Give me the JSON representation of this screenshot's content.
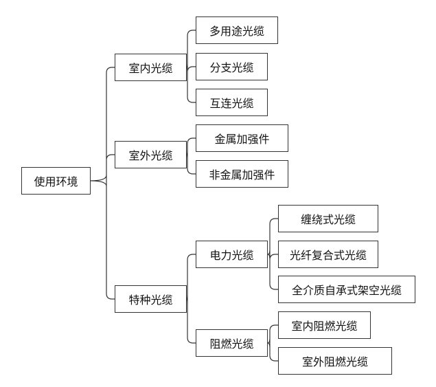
{
  "diagram": {
    "root": {
      "label": "使用环境",
      "children": [
        {
          "label": "室内光缆",
          "children": [
            {
              "label": "多用途光缆"
            },
            {
              "label": "分支光缆"
            },
            {
              "label": "互连光缆"
            }
          ]
        },
        {
          "label": "室外光缆",
          "children": [
            {
              "label": "金属加强件"
            },
            {
              "label": "非金属加强件"
            }
          ]
        },
        {
          "label": "特种光缆",
          "children": [
            {
              "label": "电力光缆",
              "children": [
                {
                  "label": "缠绕式光缆"
                },
                {
                  "label": "光纤复合式光缆"
                },
                {
                  "label": "全介质自承式架空光缆"
                }
              ]
            },
            {
              "label": "阻燃光缆",
              "children": [
                {
                  "label": "室内阻燃光缆"
                },
                {
                  "label": "室外阻燃光缆"
                }
              ]
            }
          ]
        }
      ]
    }
  }
}
